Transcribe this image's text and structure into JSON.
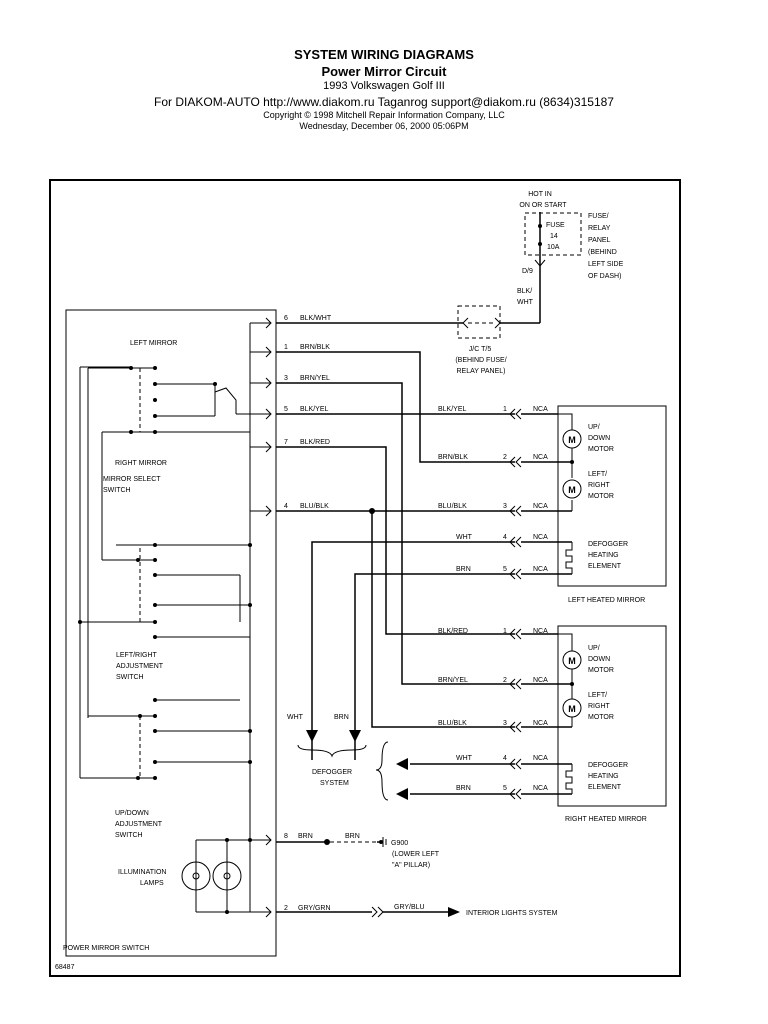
{
  "header": {
    "title": "SYSTEM WIRING DIAGRAMS",
    "subtitle": "Power Mirror Circuit",
    "vehicle": "1993 Volkswagen Golf III",
    "source": "For DIAKOM-AUTO http://www.diakom.ru Taganrog support@diakom.ru (8634)315187",
    "copyright": "Copyright © 1998 Mitchell Repair Information Company, LLC",
    "date": "Wednesday, December 06, 2000  05:06PM"
  },
  "diagram": {
    "hot_in": [
      "HOT IN",
      "ON OR START"
    ],
    "fuse": [
      "FUSE",
      "14",
      "10A"
    ],
    "fuse_panel": [
      "FUSE/",
      "RELAY",
      "PANEL",
      "(BEHIND",
      "LEFT SIDE",
      "OF DASH)"
    ],
    "d9": "D/9",
    "blk_wht_vertical": [
      "BLK/",
      "WHT"
    ],
    "jc": [
      "J/C T/5",
      "(BEHIND FUSE/",
      "RELAY PANEL)"
    ],
    "left_mirror": "LEFT MIRROR",
    "right_mirror": "RIGHT MIRROR",
    "mirror_select": [
      "MIRROR SELECT",
      "SWITCH"
    ],
    "lr_adjust": [
      "LEFT/RIGHT",
      "ADJUSTMENT",
      "SWITCH"
    ],
    "ud_adjust": [
      "UP/DOWN",
      "ADJUSTMENT",
      "SWITCH"
    ],
    "illumination": [
      "ILLUMINATION",
      "LAMPS"
    ],
    "power_mirror_switch": "POWER MIRROR SWITCH",
    "fig_number": "68487",
    "switch_pins": [
      {
        "pin": "6",
        "wire": "BLK/WHT"
      },
      {
        "pin": "1",
        "wire": "BRN/BLK"
      },
      {
        "pin": "3",
        "wire": "BRN/YEL"
      },
      {
        "pin": "5",
        "wire": "BLK/YEL"
      },
      {
        "pin": "7",
        "wire": "BLK/RED"
      },
      {
        "pin": "4",
        "wire": "BLU/BLK"
      },
      {
        "pin": "8",
        "wire": "BRN"
      },
      {
        "pin": "2",
        "wire": "GRY/GRN"
      }
    ],
    "left_connector": [
      {
        "wire": "BLK/YEL",
        "pin": "1",
        "nca": "NCA"
      },
      {
        "wire": "BRN/BLK",
        "pin": "2",
        "nca": "NCA"
      },
      {
        "wire": "BLU/BLK",
        "pin": "3",
        "nca": "NCA"
      },
      {
        "wire": "WHT",
        "pin": "4",
        "nca": "NCA"
      },
      {
        "wire": "BRN",
        "pin": "5",
        "nca": "NCA"
      }
    ],
    "right_connector": [
      {
        "wire": "BLK/RED",
        "pin": "1",
        "nca": "NCA"
      },
      {
        "wire": "BRN/YEL",
        "pin": "2",
        "nca": "NCA"
      },
      {
        "wire": "BLU/BLK",
        "pin": "3",
        "nca": "NCA"
      },
      {
        "wire": "WHT",
        "pin": "4",
        "nca": "NCA"
      },
      {
        "wire": "BRN",
        "pin": "5",
        "nca": "NCA"
      }
    ],
    "updown_motor": [
      "UP/",
      "DOWN",
      "MOTOR"
    ],
    "leftright_motor": [
      "LEFT/",
      "RIGHT",
      "MOTOR"
    ],
    "defogger_element": [
      "DEFOGGER",
      "HEATING",
      "ELEMENT"
    ],
    "motor_symbol": "M",
    "left_heated_mirror": "LEFT HEATED MIRROR",
    "right_heated_mirror": "RIGHT HEATED MIRROR",
    "defogger_wht": "WHT",
    "defogger_brn": "BRN",
    "defogger_system": [
      "DEFOGGER",
      "SYSTEM"
    ],
    "ground_wire": "BRN",
    "ground": [
      "G900",
      "(LOWER LEFT",
      "\"A\" PILLAR)"
    ],
    "gry_blu": "GRY/BLU",
    "interior_lights": "INTERIOR LIGHTS SYSTEM"
  }
}
